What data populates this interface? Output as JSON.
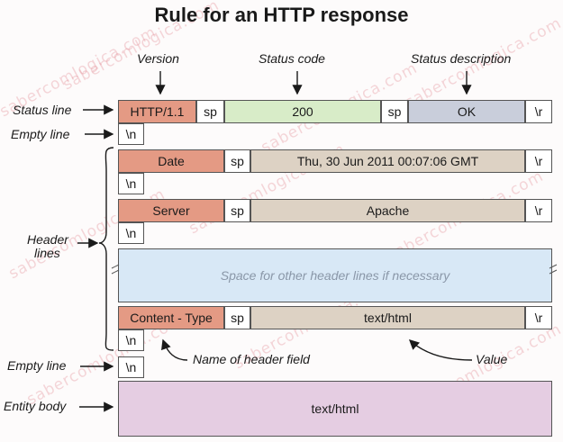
{
  "title": "Rule for an HTTP response",
  "top_labels": {
    "version": "Version",
    "status_code": "Status code",
    "status_description": "Status description"
  },
  "left_labels": {
    "status_line": "Status line",
    "empty_line_top": "Empty line",
    "header_line1": "Header",
    "header_line2": "lines",
    "empty_line_bottom": "Empty line",
    "entity_body": "Entity body"
  },
  "status_line": {
    "version": "HTTP/1.1",
    "sp1": "sp",
    "code": "200",
    "sp2": "sp",
    "description": "OK",
    "cr": "\\r"
  },
  "crlf_lf": "\\n",
  "header_rows": [
    {
      "name": "Date",
      "sp": "sp",
      "value": "Thu, 30 Jun 2011 00:07:06 GMT",
      "cr": "\\r",
      "lf": "\\n"
    },
    {
      "name": "Server",
      "sp": "sp",
      "value": "Apache",
      "cr": "\\r",
      "lf": "\\n"
    },
    {
      "name": "Content - Type",
      "sp": "sp",
      "value": "text/html",
      "cr": "\\r",
      "lf": "\\n"
    }
  ],
  "other_headers": "Space for other header lines if necessary",
  "empty_line_lf": "\\n",
  "annotations": {
    "name_of_header_field": "Name of header field",
    "value": "Value"
  },
  "entity_body": "text/html",
  "watermark": "sabercomlogica.com",
  "colors": {
    "salmon": "#e49a84",
    "green": "#d8ecc8",
    "grey": "#c9cedb",
    "tan": "#ddd2c4",
    "blue": "#d8e8f6",
    "pink": "#e5cde2"
  }
}
